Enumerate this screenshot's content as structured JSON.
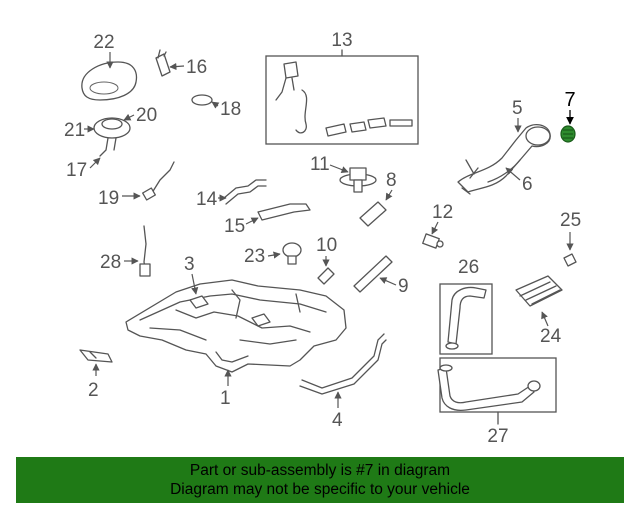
{
  "callouts": {
    "n1": "1",
    "n2": "2",
    "n3": "3",
    "n4": "4",
    "n5": "5",
    "n6": "6",
    "n7": "7",
    "n8": "8",
    "n9": "9",
    "n10": "10",
    "n11": "11",
    "n12": "12",
    "n13": "13",
    "n14": "14",
    "n15": "15",
    "n16": "16",
    "n17": "17",
    "n18": "18",
    "n19": "19",
    "n20": "20",
    "n21": "21",
    "n22": "22",
    "n23": "23",
    "n24": "24",
    "n25": "25",
    "n26": "26",
    "n27": "27",
    "n28": "28"
  },
  "highlighted_part": "7",
  "banner": {
    "line1": "Part or sub-assembly is #7 in diagram",
    "line2": "Diagram may not be specific to your vehicle",
    "background": "#1f7a16"
  },
  "colors": {
    "line": "#555555",
    "highlight_part": "#2e8b2e",
    "highlight_label": "#000000"
  }
}
